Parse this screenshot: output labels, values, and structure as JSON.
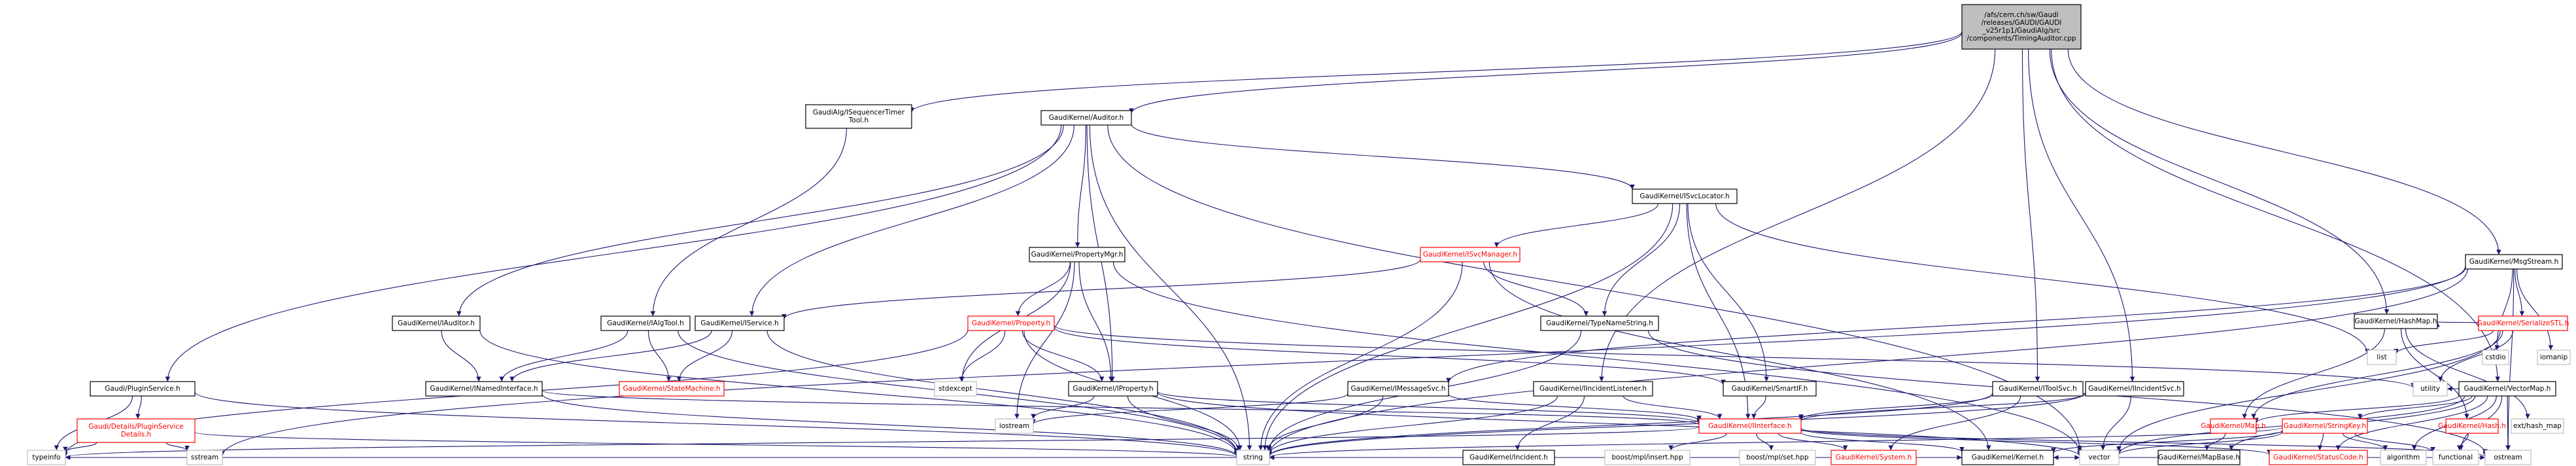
{
  "diagram": {
    "colors": {
      "root_fill": "#bfbfbf",
      "node_fill": "#ffffff",
      "node_border": "#000000",
      "missing_border": "#bfbfbf",
      "external_link_text": "#ff0000",
      "edge": "#191970"
    },
    "nodes": [
      {
        "id": "root",
        "lines": [
          "/afs/cern.ch/sw/Gaudi",
          "/releases/GAUDI/GAUDI",
          "_v25r1p1/GaudiAlg/src",
          "/components/TimingAuditor.cpp"
        ],
        "kind": "root"
      },
      {
        "id": "seqtimer",
        "lines": [
          "GaudiAlg/ISequencerTimer",
          "Tool.h"
        ],
        "kind": "normal"
      },
      {
        "id": "auditor",
        "lines": [
          "GaudiKernel/Auditor.h"
        ],
        "kind": "normal"
      },
      {
        "id": "isvclocator",
        "lines": [
          "GaudiKernel/ISvcLocator.h"
        ],
        "kind": "normal"
      },
      {
        "id": "propertymgr",
        "lines": [
          "GaudiKernel/PropertyMgr.h"
        ],
        "kind": "normal"
      },
      {
        "id": "isvcmanager",
        "lines": [
          "GaudiKernel/ISvcManager.h"
        ],
        "kind": "link"
      },
      {
        "id": "msgstream",
        "lines": [
          "GaudiKernel/MsgStream.h"
        ],
        "kind": "normal"
      },
      {
        "id": "iauditor",
        "lines": [
          "GaudiKernel/IAuditor.h"
        ],
        "kind": "normal"
      },
      {
        "id": "ialgtool",
        "lines": [
          "GaudiKernel/IAlgTool.h"
        ],
        "kind": "normal"
      },
      {
        "id": "iservice",
        "lines": [
          "GaudiKernel/IService.h"
        ],
        "kind": "normal"
      },
      {
        "id": "property",
        "lines": [
          "GaudiKernel/Property.h"
        ],
        "kind": "link"
      },
      {
        "id": "typenamestring",
        "lines": [
          "GaudiKernel/TypeNameString.h"
        ],
        "kind": "normal"
      },
      {
        "id": "serializestl",
        "lines": [
          "GaudiKernel/SerializeSTL.h"
        ],
        "kind": "link"
      },
      {
        "id": "cstdio",
        "lines": [
          "cstdio"
        ],
        "kind": "missing"
      },
      {
        "id": "iomanip",
        "lines": [
          "iomanip"
        ],
        "kind": "missing"
      },
      {
        "id": "inamedinterface",
        "lines": [
          "GaudiKernel/INamedInterface.h"
        ],
        "kind": "normal"
      },
      {
        "id": "statemachine",
        "lines": [
          "GaudiKernel/StateMachine.h"
        ],
        "kind": "link"
      },
      {
        "id": "stdexcept",
        "lines": [
          "stdexcept"
        ],
        "kind": "missing"
      },
      {
        "id": "iproperty",
        "lines": [
          "GaudiKernel/IProperty.h"
        ],
        "kind": "normal"
      },
      {
        "id": "imessagesvc",
        "lines": [
          "GaudiKernel/IMessageSvc.h"
        ],
        "kind": "normal"
      },
      {
        "id": "iincidentlistener",
        "lines": [
          "GaudiKernel/IIncidentListener.h"
        ],
        "kind": "normal"
      },
      {
        "id": "smartif",
        "lines": [
          "GaudiKernel/SmartIF.h"
        ],
        "kind": "normal"
      },
      {
        "id": "itoolsvc",
        "lines": [
          "GaudiKernel/IToolSvc.h"
        ],
        "kind": "normal"
      },
      {
        "id": "iincidentsvc",
        "lines": [
          "GaudiKernel/IIncidentSvc.h"
        ],
        "kind": "normal"
      },
      {
        "id": "list",
        "lines": [
          "list"
        ],
        "kind": "missing"
      },
      {
        "id": "utility",
        "lines": [
          "utility"
        ],
        "kind": "missing"
      },
      {
        "id": "vectormap",
        "lines": [
          "GaudiKernel/VectorMap.h"
        ],
        "kind": "normal"
      },
      {
        "id": "hashmap",
        "lines": [
          "GaudiKernel/HashMap.h"
        ],
        "kind": "normal"
      },
      {
        "id": "pluginservice",
        "lines": [
          "Gaudi/PluginService.h"
        ],
        "kind": "normal"
      },
      {
        "id": "iostream",
        "lines": [
          "iostream"
        ],
        "kind": "missing"
      },
      {
        "id": "iinterface",
        "lines": [
          "GaudiKernel/IInterface.h"
        ],
        "kind": "link"
      },
      {
        "id": "map",
        "lines": [
          "GaudiKernel/Map.h"
        ],
        "kind": "link"
      },
      {
        "id": "stringkey",
        "lines": [
          "GaudiKernel/StringKey.h"
        ],
        "kind": "link"
      },
      {
        "id": "hash",
        "lines": [
          "GaudiKernel/Hash.h"
        ],
        "kind": "link"
      },
      {
        "id": "exthashmap",
        "lines": [
          "ext/hash_map"
        ],
        "kind": "missing"
      },
      {
        "id": "plugindetails",
        "lines": [
          "Gaudi/Details/PluginService",
          "Details.h"
        ],
        "kind": "link"
      },
      {
        "id": "mplinsert",
        "lines": [
          "boost/mpl/insert.hpp"
        ],
        "kind": "missing"
      },
      {
        "id": "mplset",
        "lines": [
          "boost/mpl/set.hpp"
        ],
        "kind": "missing"
      },
      {
        "id": "incident",
        "lines": [
          "GaudiKernel/Incident.h"
        ],
        "kind": "normal"
      },
      {
        "id": "system",
        "lines": [
          "GaudiKernel/System.h"
        ],
        "kind": "link"
      },
      {
        "id": "mapbase",
        "lines": [
          "GaudiKernel/MapBase.h"
        ],
        "kind": "normal"
      },
      {
        "id": "statuscode",
        "lines": [
          "GaudiKernel/StatusCode.h"
        ],
        "kind": "link"
      },
      {
        "id": "algorithm",
        "lines": [
          "algorithm"
        ],
        "kind": "missing"
      },
      {
        "id": "functional",
        "lines": [
          "functional"
        ],
        "kind": "missing"
      },
      {
        "id": "typeinfo",
        "lines": [
          "typeinfo"
        ],
        "kind": "missing"
      },
      {
        "id": "sstream",
        "lines": [
          "sstream"
        ],
        "kind": "missing"
      },
      {
        "id": "string",
        "lines": [
          "string"
        ],
        "kind": "missing"
      },
      {
        "id": "kernel",
        "lines": [
          "GaudiKernel/Kernel.h"
        ],
        "kind": "normal"
      },
      {
        "id": "vector",
        "lines": [
          "vector"
        ],
        "kind": "missing"
      },
      {
        "id": "ostream",
        "lines": [
          "ostream"
        ],
        "kind": "missing"
      }
    ],
    "edges": [
      [
        "root",
        "seqtimer"
      ],
      [
        "root",
        "auditor"
      ],
      [
        "root",
        "msgstream"
      ],
      [
        "root",
        "itoolsvc"
      ],
      [
        "root",
        "iincidentsvc"
      ],
      [
        "root",
        "vectormap"
      ],
      [
        "root",
        "hashmap"
      ],
      [
        "root",
        "iincidentlistener"
      ],
      [
        "seqtimer",
        "ialgtool"
      ],
      [
        "auditor",
        "isvclocator"
      ],
      [
        "auditor",
        "propertymgr"
      ],
      [
        "auditor",
        "iauditor"
      ],
      [
        "auditor",
        "iservice"
      ],
      [
        "auditor",
        "pluginservice"
      ],
      [
        "auditor",
        "iproperty"
      ],
      [
        "auditor",
        "string"
      ],
      [
        "auditor",
        "vector"
      ],
      [
        "isvclocator",
        "isvcmanager"
      ],
      [
        "isvclocator",
        "typenamestring"
      ],
      [
        "isvclocator",
        "smartif"
      ],
      [
        "isvclocator",
        "iinterface"
      ],
      [
        "isvclocator",
        "string"
      ],
      [
        "isvclocator",
        "list"
      ],
      [
        "propertymgr",
        "property"
      ],
      [
        "propertymgr",
        "iproperty"
      ],
      [
        "propertymgr",
        "stdexcept"
      ],
      [
        "propertymgr",
        "iostream"
      ],
      [
        "propertymgr",
        "vector"
      ],
      [
        "isvcmanager",
        "iservice"
      ],
      [
        "isvcmanager",
        "typenamestring"
      ],
      [
        "isvcmanager",
        "string"
      ],
      [
        "isvcmanager",
        "kernel"
      ],
      [
        "msgstream",
        "imessagesvc"
      ],
      [
        "msgstream",
        "serializestl"
      ],
      [
        "msgstream",
        "cstdio"
      ],
      [
        "msgstream",
        "iomanip"
      ],
      [
        "msgstream",
        "sstream"
      ],
      [
        "msgstream",
        "string"
      ],
      [
        "msgstream",
        "ostream"
      ],
      [
        "iauditor",
        "inamedinterface"
      ],
      [
        "iauditor",
        "string"
      ],
      [
        "ialgtool",
        "inamedinterface"
      ],
      [
        "ialgtool",
        "statemachine"
      ],
      [
        "ialgtool",
        "string"
      ],
      [
        "iservice",
        "inamedinterface"
      ],
      [
        "iservice",
        "statemachine"
      ],
      [
        "iservice",
        "string"
      ],
      [
        "property",
        "iproperty"
      ],
      [
        "property",
        "stdexcept"
      ],
      [
        "property",
        "string"
      ],
      [
        "property",
        "typeinfo"
      ],
      [
        "property",
        "smartif"
      ],
      [
        "property",
        "utility"
      ],
      [
        "typenamestring",
        "string"
      ],
      [
        "typenamestring",
        "ostream"
      ],
      [
        "serializestl",
        "list"
      ],
      [
        "serializestl",
        "utility"
      ],
      [
        "serializestl",
        "map"
      ],
      [
        "serializestl",
        "vector"
      ],
      [
        "serializestl",
        "hashmap"
      ],
      [
        "inamedinterface",
        "iinterface"
      ],
      [
        "inamedinterface",
        "string"
      ],
      [
        "iproperty",
        "iinterface"
      ],
      [
        "iproperty",
        "iostream"
      ],
      [
        "iproperty",
        "string"
      ],
      [
        "iproperty",
        "vector"
      ],
      [
        "imessagesvc",
        "iinterface"
      ],
      [
        "imessagesvc",
        "iostream"
      ],
      [
        "imessagesvc",
        "string"
      ],
      [
        "iincidentlistener",
        "iinterface"
      ],
      [
        "iincidentlistener",
        "incident"
      ],
      [
        "iincidentlistener",
        "string"
      ],
      [
        "smartif",
        "iinterface"
      ],
      [
        "itoolsvc",
        "iinterface"
      ],
      [
        "itoolsvc",
        "system"
      ],
      [
        "itoolsvc",
        "string"
      ],
      [
        "iincidentsvc",
        "iinterface"
      ],
      [
        "iincidentsvc",
        "string"
      ],
      [
        "iincidentsvc",
        "vector"
      ],
      [
        "vectormap",
        "utility"
      ],
      [
        "vectormap",
        "map"
      ],
      [
        "vectormap",
        "stringkey"
      ],
      [
        "vectormap",
        "algorithm"
      ],
      [
        "vectormap",
        "functional"
      ],
      [
        "vectormap",
        "statuscode"
      ],
      [
        "vectormap",
        "mapbase"
      ],
      [
        "vectormap",
        "vector"
      ],
      [
        "vectormap",
        "ostream"
      ],
      [
        "hashmap",
        "map"
      ],
      [
        "hashmap",
        "hash"
      ],
      [
        "hashmap",
        "exthashmap"
      ],
      [
        "pluginservice",
        "plugindetails"
      ],
      [
        "pluginservice",
        "typeinfo"
      ],
      [
        "pluginservice",
        "string"
      ],
      [
        "iinterface",
        "mplinsert"
      ],
      [
        "iinterface",
        "mplset"
      ],
      [
        "iinterface",
        "system"
      ],
      [
        "iinterface",
        "statuscode"
      ],
      [
        "iinterface",
        "kernel"
      ],
      [
        "iinterface",
        "typeinfo"
      ],
      [
        "iinterface",
        "ostream"
      ],
      [
        "map",
        "mapbase"
      ],
      [
        "stringkey",
        "algorithm"
      ],
      [
        "stringkey",
        "functional"
      ],
      [
        "stringkey",
        "string"
      ],
      [
        "stringkey",
        "vector"
      ],
      [
        "stringkey",
        "statuscode"
      ],
      [
        "stringkey",
        "kernel"
      ],
      [
        "hash",
        "functional"
      ],
      [
        "plugindetails",
        "typeinfo"
      ],
      [
        "plugindetails",
        "sstream"
      ],
      [
        "plugindetails",
        "string"
      ],
      [
        "incident",
        "string"
      ],
      [
        "incident",
        "kernel"
      ],
      [
        "system",
        "string"
      ],
      [
        "system",
        "vector"
      ],
      [
        "system",
        "kernel"
      ],
      [
        "system",
        "typeinfo"
      ],
      [
        "mapbase",
        "kernel"
      ],
      [
        "statuscode",
        "ostream"
      ]
    ]
  }
}
